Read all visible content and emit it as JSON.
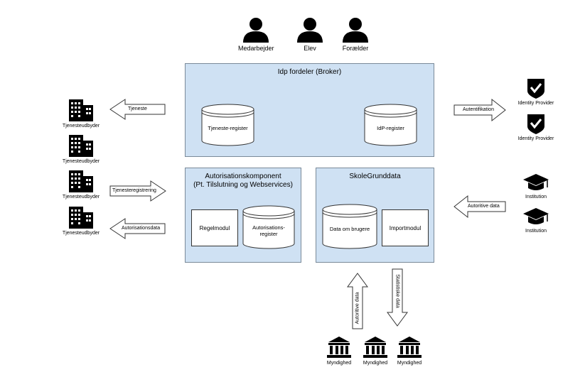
{
  "users": [
    "Medarbejder",
    "Elev",
    "Forælder"
  ],
  "broker": {
    "title": "Idp fordeler (Broker)",
    "left_store": "Tjeneste-register",
    "right_store": "IdP-register"
  },
  "authz": {
    "title_line1": "Autorisationskomponent",
    "title_line2": "(Pt. Tilslutning og Webservices)",
    "module": "Regelmodul",
    "store_line1": "Autorisations-",
    "store_line2": "register"
  },
  "skole": {
    "title": "SkoleGrunddata",
    "store": "Data om brugere",
    "module": "Importmodul"
  },
  "providers": [
    "Tjenesteudbyder",
    "Tjenesteudbyder",
    "Tjenesteudbyder",
    "Tjenesteudbyder"
  ],
  "left_arrows": [
    "Tjeneste",
    "Tjenesteregistrering",
    "Autorisationsdata"
  ],
  "identity": {
    "arrow": "Autentifikation",
    "providers": [
      "Identity Provider",
      "Identity Provider"
    ]
  },
  "institution": {
    "arrow": "Autoritive data",
    "items": [
      "Institution",
      "Institution"
    ]
  },
  "bottom_arrows": {
    "up": "Autoritive data",
    "down": "Statistiske data"
  },
  "authorities": [
    "Myndighed",
    "Myndighed",
    "Myndighed"
  ],
  "colors": {
    "panel": "#cfe1f3",
    "icon": "#000000"
  }
}
